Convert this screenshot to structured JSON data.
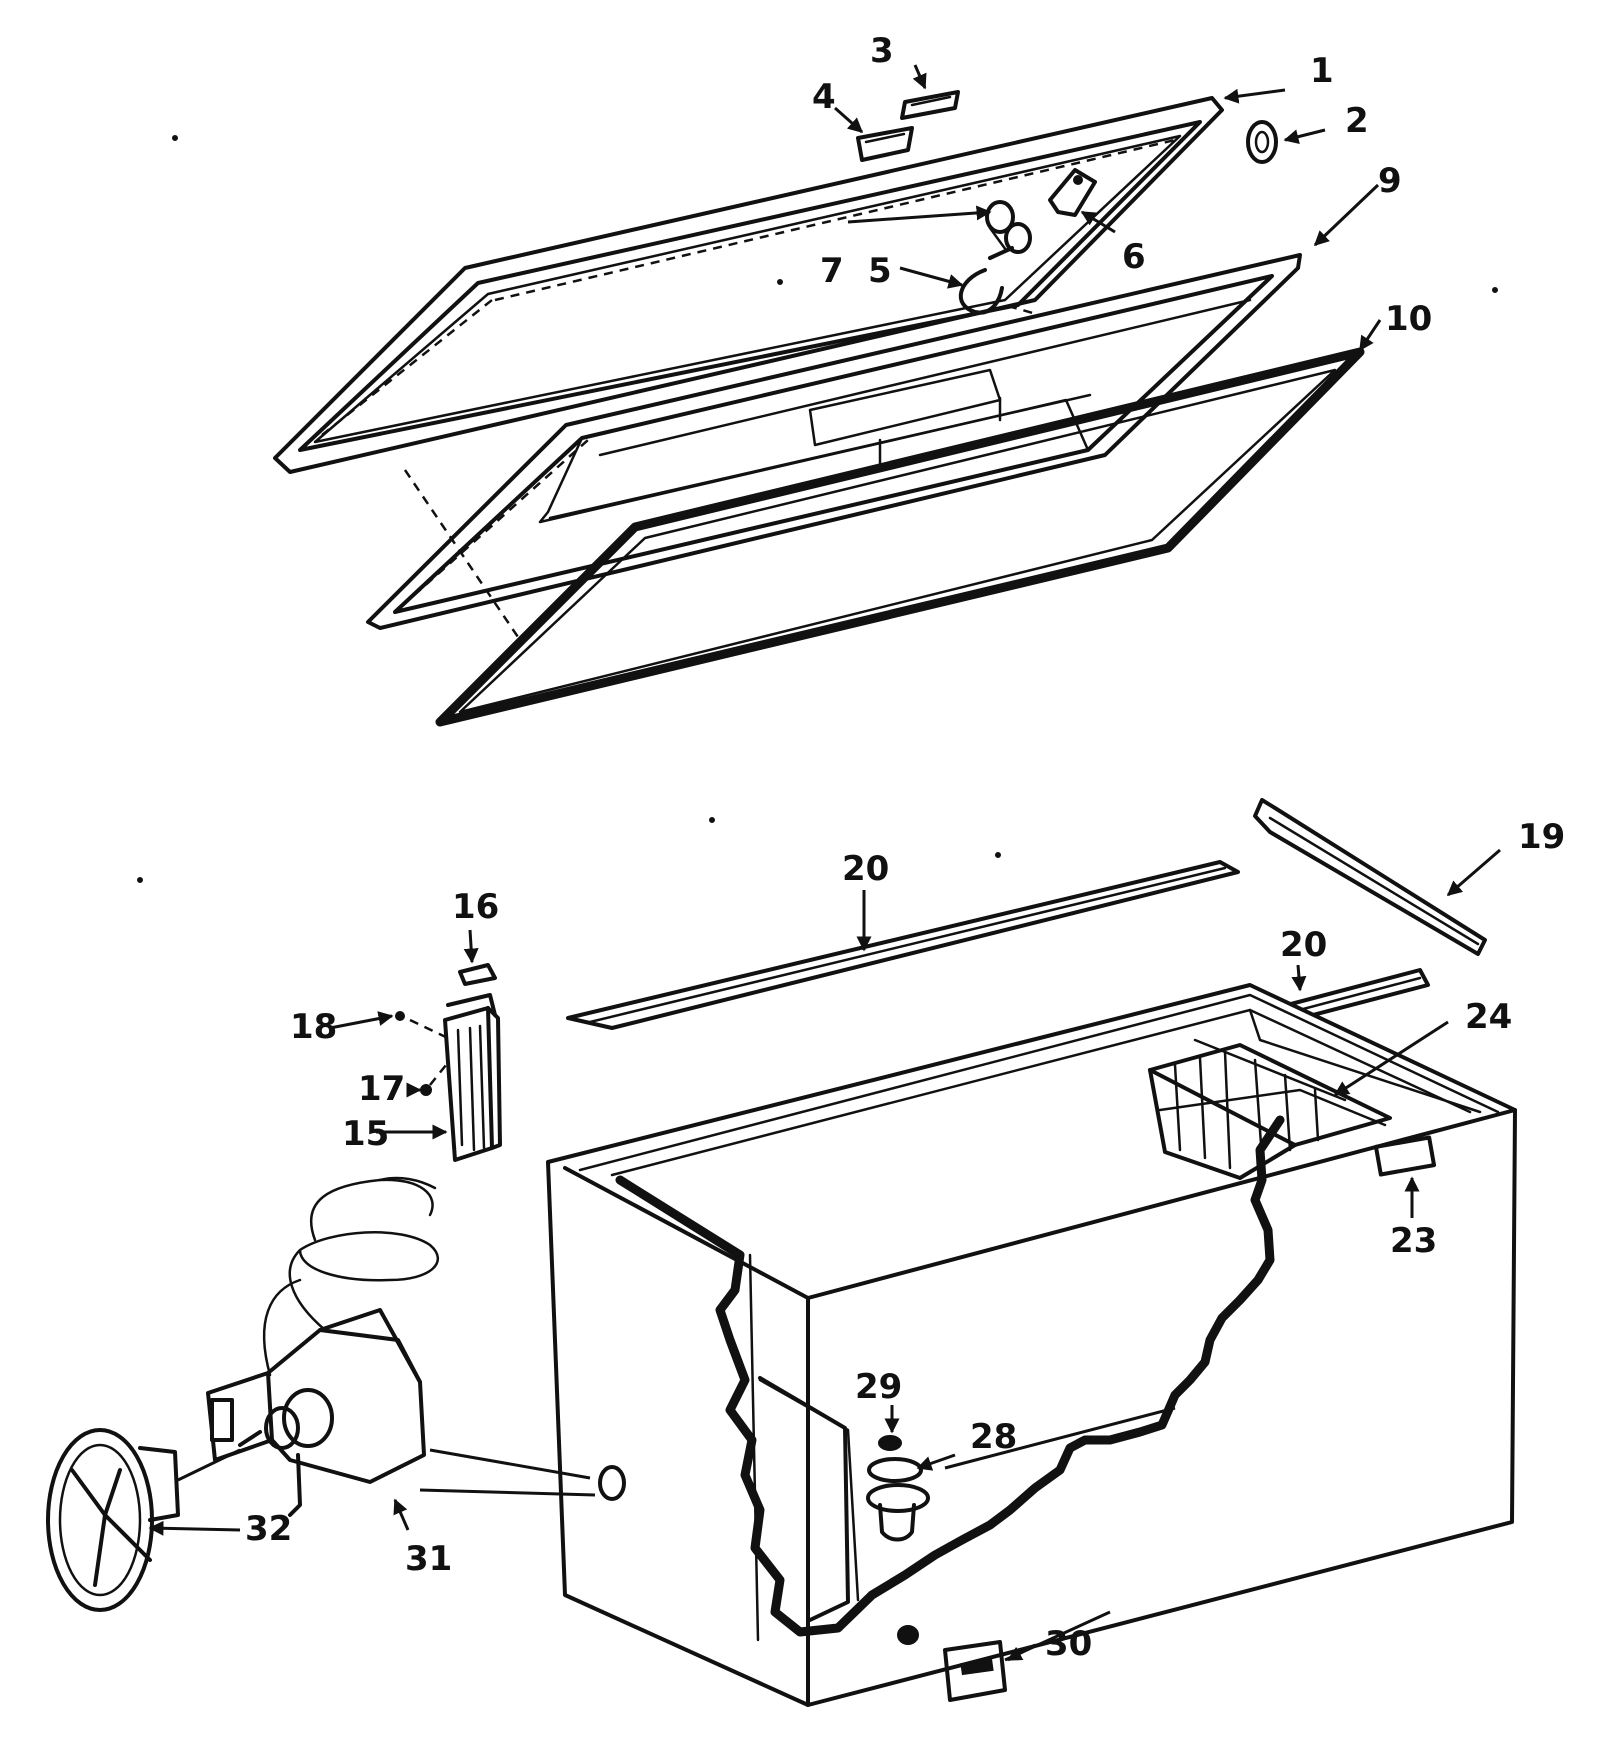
{
  "callouts": {
    "c1": "1",
    "c2": "2",
    "c3": "3",
    "c4": "4",
    "c5": "5",
    "c6": "6",
    "c7": "7",
    "c9": "9",
    "c10": "10",
    "c15": "15",
    "c16": "16",
    "c17": "17",
    "c18": "18",
    "c19": "19",
    "c20a": "20",
    "c20b": "20",
    "c23": "23",
    "c24": "24",
    "c28": "28",
    "c29": "29",
    "c30": "30",
    "c31": "31",
    "c32": "32"
  }
}
